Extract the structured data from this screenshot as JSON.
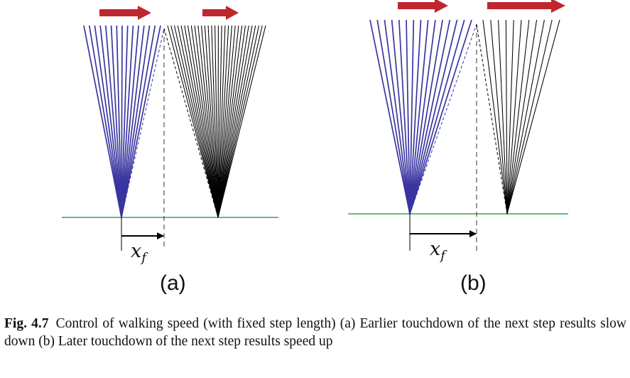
{
  "figure": {
    "number": "Fig. 4.7",
    "caption": "Control of walking speed (with fixed step length) (a) Earlier touchdown of the next step results slow down (b) Later touchdown of the next step results speed up"
  },
  "panels": [
    {
      "label": "(a)",
      "distance_label": "x",
      "distance_subscript": "f",
      "case": "earlier touchdown",
      "stance_leg_lines": 15,
      "next_leg_lines": 30,
      "velocity_arrows": [
        "long",
        "short"
      ]
    },
    {
      "label": "(b)",
      "distance_label": "x",
      "distance_subscript": "f",
      "case": "later touchdown",
      "stance_leg_lines": 15,
      "next_leg_lines": 11,
      "velocity_arrows": [
        "short",
        "long"
      ]
    }
  ],
  "colors": {
    "stance_leg": "#3a35a0",
    "next_leg": "#000000",
    "ground": "#2fa84f",
    "velocity_arrow": "#c0262d",
    "dimension": "#000000"
  }
}
